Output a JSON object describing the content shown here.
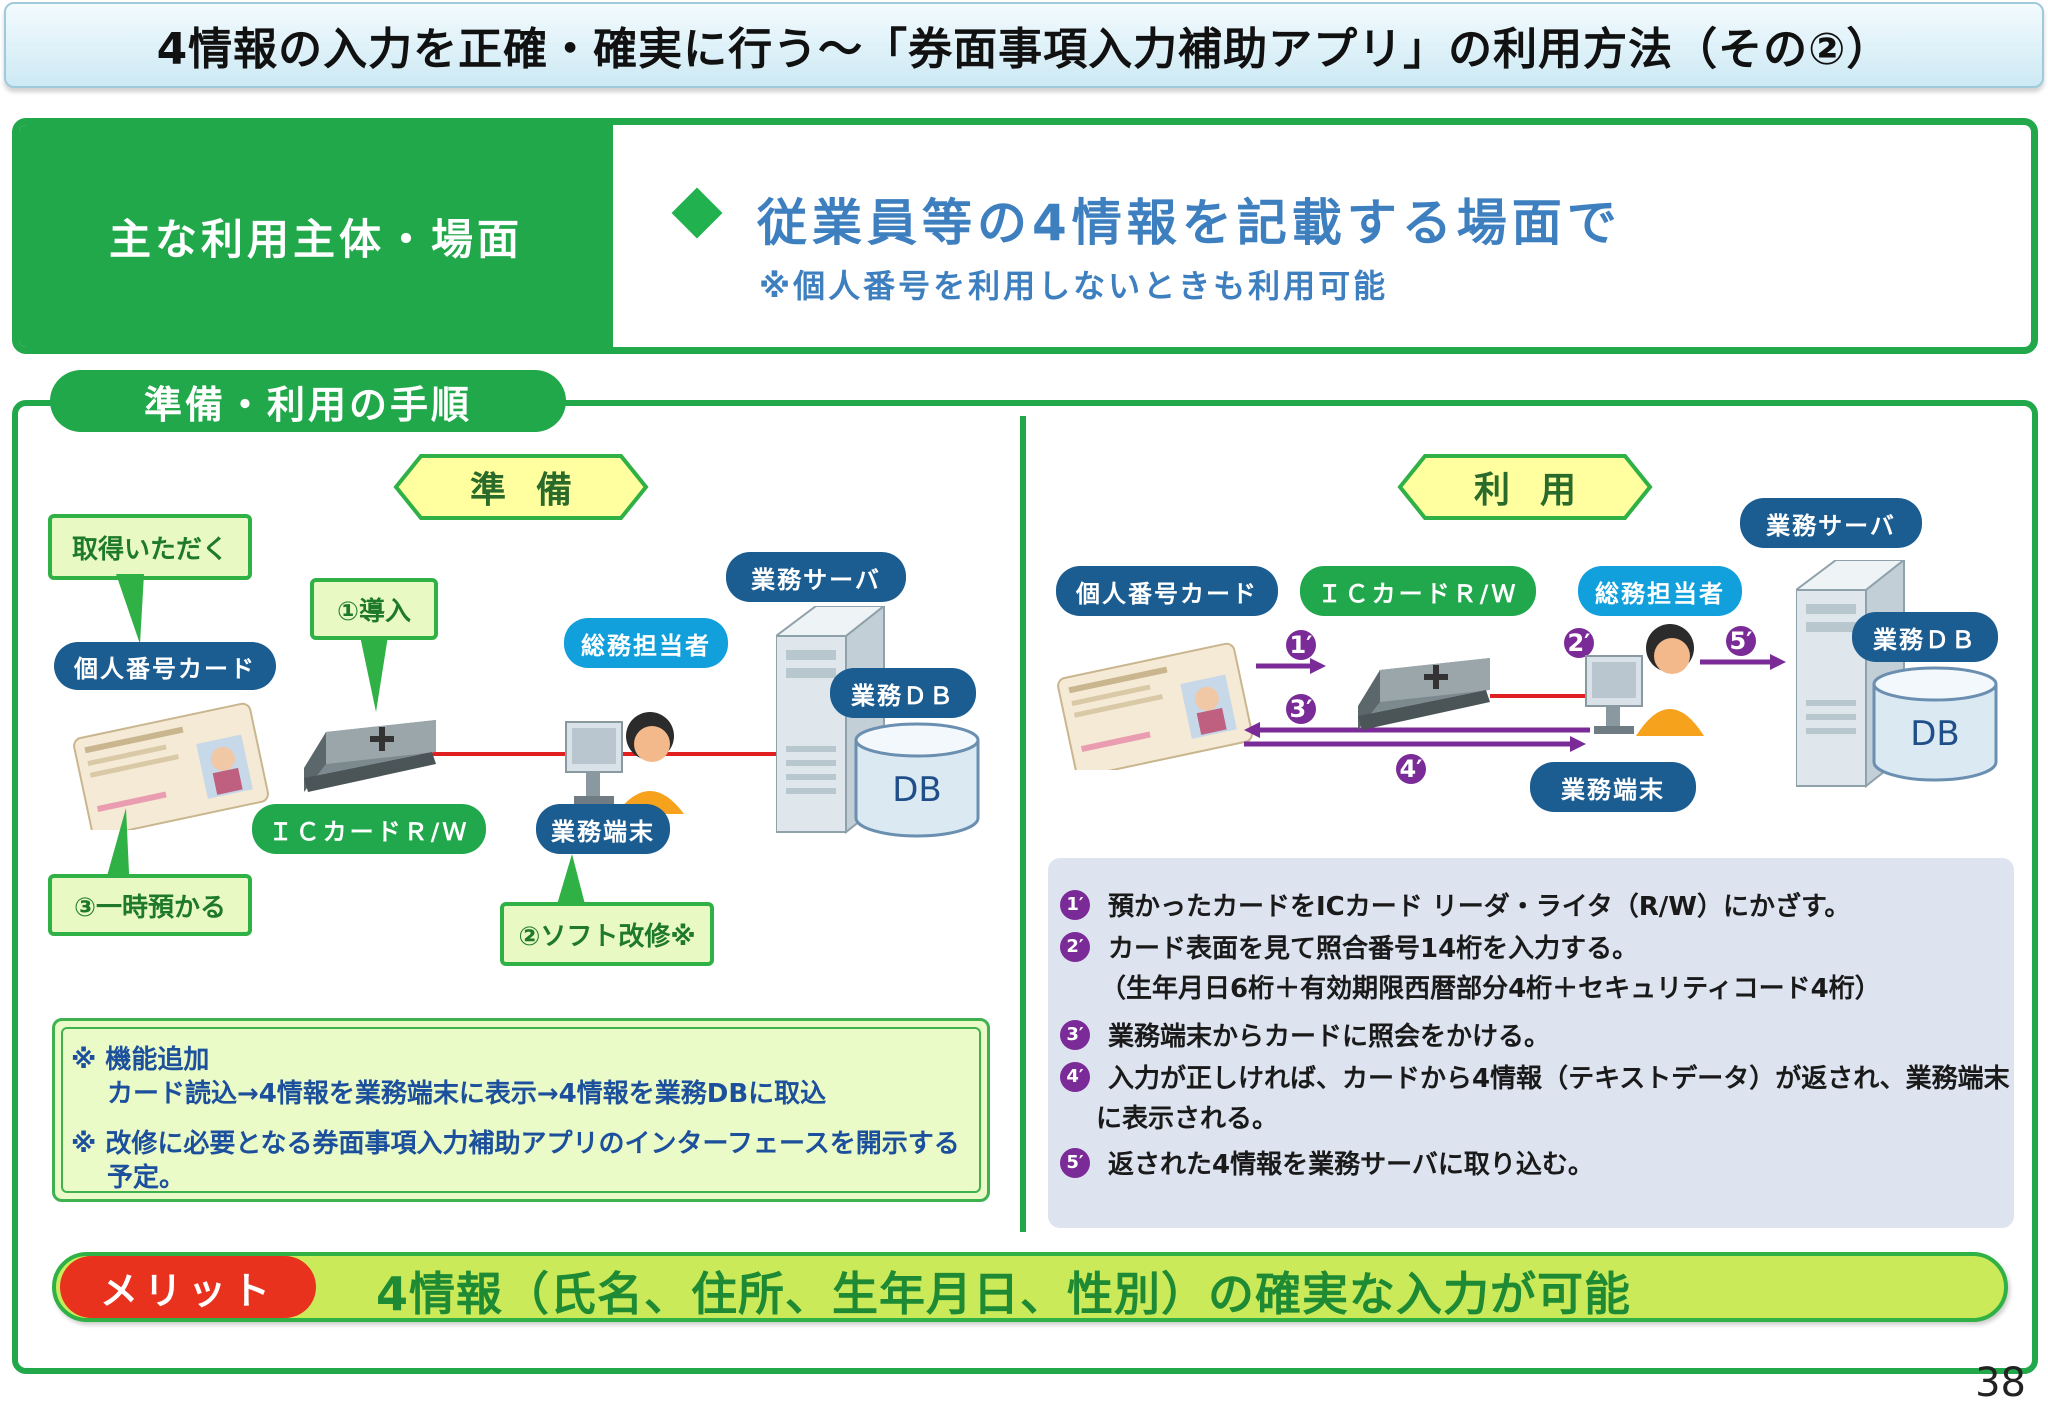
{
  "title": "4情報の入力を正確・確実に行う～「券面事項入力補助アプリ」の利用方法（その②）",
  "main": {
    "left_label": "主な利用主体・場面",
    "headline": "従業員等の4情報を記載する場面で",
    "note": "※個人番号を利用しないときも利用可能"
  },
  "procedure_tab": "準備・利用の手順",
  "prep": {
    "section_label": "準備",
    "callout_obtain": "取得いただく",
    "callout_install": "①導入",
    "callout_keep": "③一時預かる",
    "callout_software": "②ソフト改修※",
    "card": "個人番号カード",
    "reader": "ＩＣカードＲ/Ｗ",
    "staff": "総務担当者",
    "terminal": "業務端末",
    "server": "業務サーバ",
    "db_label": "業務ＤＢ",
    "db_text": "DB"
  },
  "use": {
    "section_label": "利用",
    "card": "個人番号カード",
    "reader": "ＩＣカードＲ/Ｗ",
    "staff": "総務担当者",
    "terminal": "業務端末",
    "server": "業務サーバ",
    "db_label": "業務ＤＢ",
    "db_text": "DB",
    "arrow_labels": [
      "1′",
      "2′",
      "3′",
      "4′",
      "5′"
    ]
  },
  "notes": {
    "line1": "※ 機能追加",
    "line2": "カード読込→4情報を業務端末に表示→4情報を業務DBに取込",
    "line3": "※ 改修に必要となる券面事項入力補助アプリのインターフェースを開示する",
    "line4": "予定。"
  },
  "steps": [
    {
      "num": "1′",
      "text": "預かったカードをICカード リーダ・ライタ（R/W）にかざす。"
    },
    {
      "num": "2′",
      "text": "カード表面を見て照合番号14桁を入力する。",
      "cont": "（生年月日6桁＋有効期限西暦部分4桁＋セキュリティコード4桁）"
    },
    {
      "num": "3′",
      "text": "業務端末からカードに照会をかける。"
    },
    {
      "num": "4′",
      "text": "入力が正しければ、カードから4情報（テキストデータ）が返され、業務端末",
      "cont": "に表示される。"
    },
    {
      "num": "5′",
      "text": "返された4情報を業務サーバに取り込む。"
    }
  ],
  "merit": {
    "label": "メリット",
    "text": "4情報（氏名、住所、生年月日、性別）の確実な入力が可能"
  },
  "page_number": "38",
  "colors": {
    "green": "#21a84a",
    "blue_text": "#3e7fbf",
    "pill_blue": "#1b5c91",
    "pill_cyan": "#12a0dc",
    "merit_red": "#e8321e",
    "arrow_purple": "#7a2b97",
    "line_red": "#e02020"
  }
}
